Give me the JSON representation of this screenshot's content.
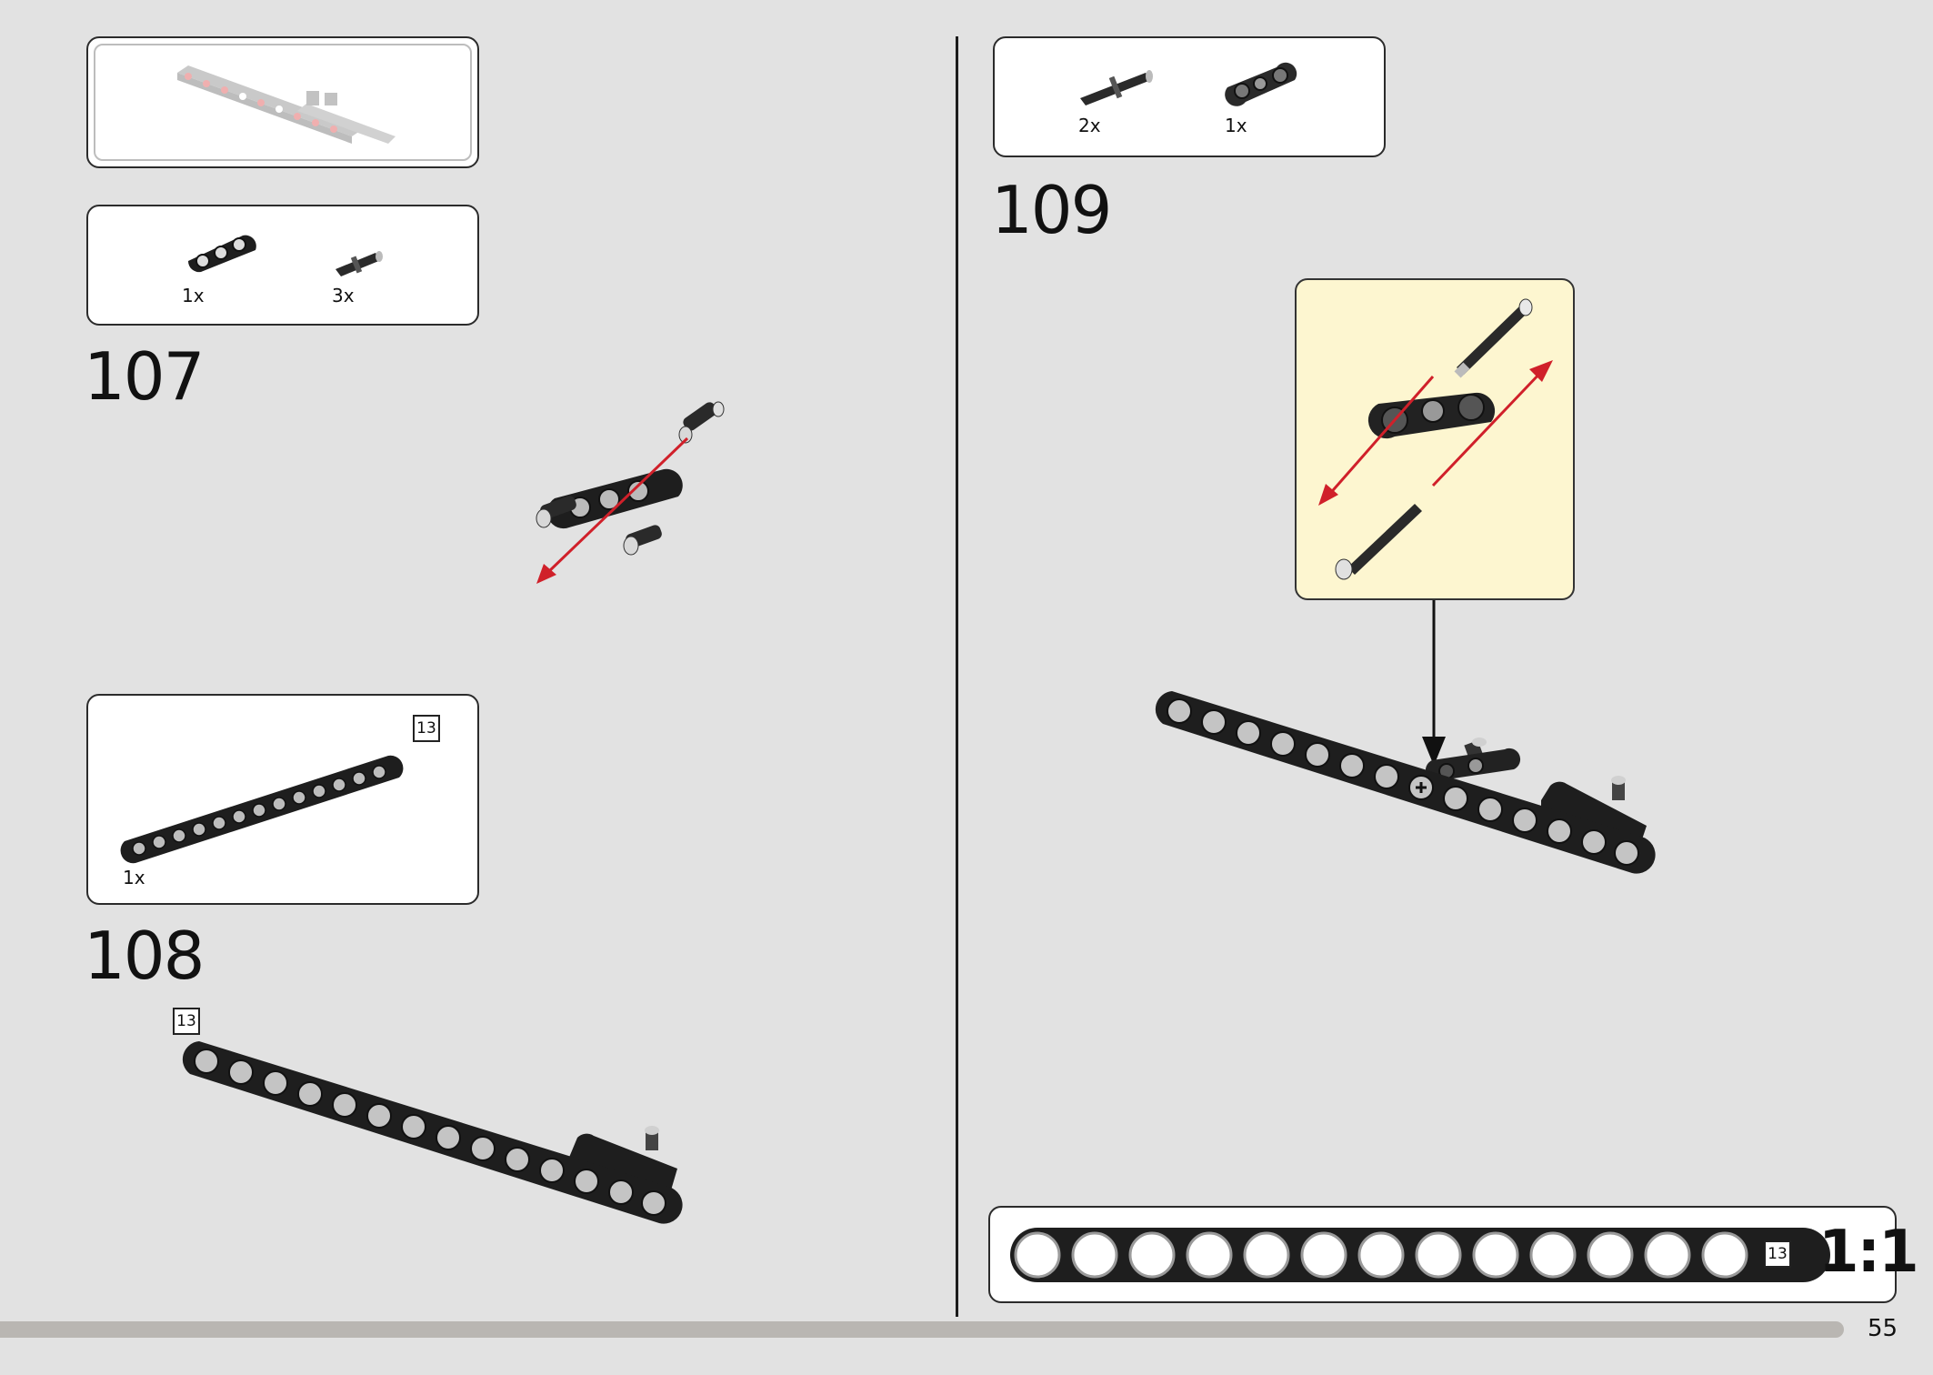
{
  "page": {
    "number": "55"
  },
  "colors": {
    "background": "#e2e2e2",
    "beam": "#2a2a2a",
    "arrow_red": "#d0202a",
    "callout_bg": "#fdf6d0"
  },
  "steps": [
    {
      "number": "107",
      "parts": [
        {
          "qty": "1x",
          "icon": "beam-3-icon"
        },
        {
          "qty": "3x",
          "icon": "pin-with-axle-icon"
        }
      ]
    },
    {
      "number": "108",
      "parts": [
        {
          "qty": "1x",
          "icon": "beam-13-icon",
          "length": "13"
        }
      ],
      "model_length": "13"
    },
    {
      "number": "109",
      "parts": [
        {
          "qty": "2x",
          "icon": "axle-pin-icon"
        },
        {
          "qty": "1x",
          "icon": "cross-block-icon"
        }
      ]
    }
  ],
  "scale_bar": {
    "length": "13",
    "ratio": "1:1",
    "holes": 13
  }
}
